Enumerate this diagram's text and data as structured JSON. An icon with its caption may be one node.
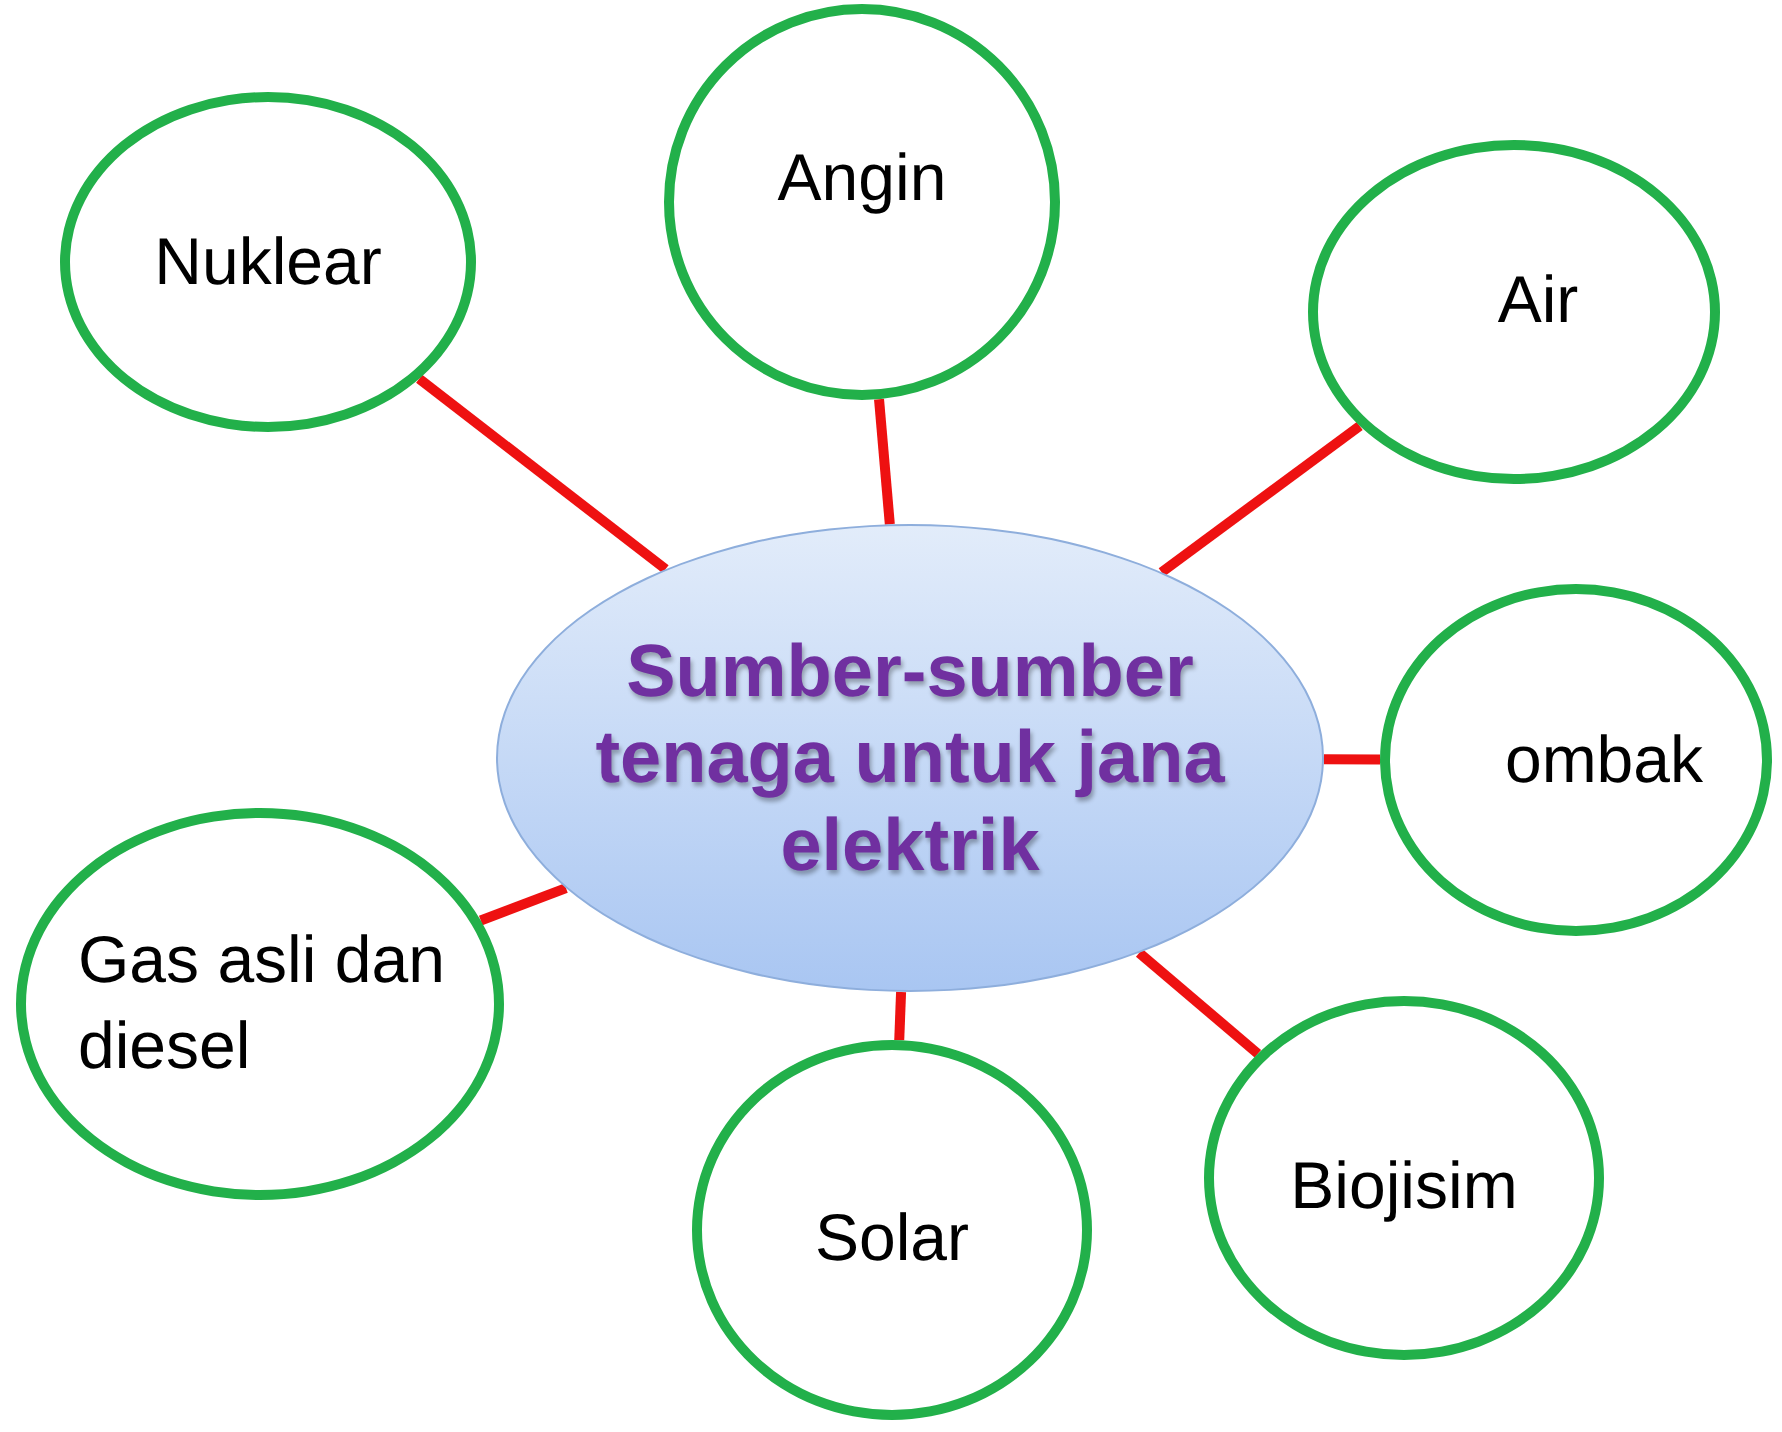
{
  "diagram": {
    "nodes": [
      {
        "text": [
          "Sumber-sumber tenaga untuk jana elektrik"
        ]
      },
      {
        "text": [
          "Nuklear"
        ]
      },
      {
        "text": [
          "Angin"
        ]
      },
      {
        "text": [
          "Air"
        ]
      },
      {
        "text": [
          "ombak"
        ]
      },
      {
        "text": [
          "Gas asli dan diesel"
        ]
      },
      {
        "text": [
          "Solar"
        ]
      },
      {
        "text": [
          "Biojisim"
        ]
      }
    ],
    "edges": [
      {
        "from": 0,
        "to": 1,
        "arrow": "none"
      },
      {
        "from": 0,
        "to": 2,
        "arrow": "none"
      },
      {
        "from": 0,
        "to": 3,
        "arrow": "none"
      },
      {
        "from": 0,
        "to": 4,
        "arrow": "none"
      },
      {
        "from": 0,
        "to": 5,
        "arrow": "none"
      },
      {
        "from": 0,
        "to": 6,
        "arrow": "none"
      },
      {
        "from": 0,
        "to": 7,
        "arrow": "none"
      }
    ]
  }
}
